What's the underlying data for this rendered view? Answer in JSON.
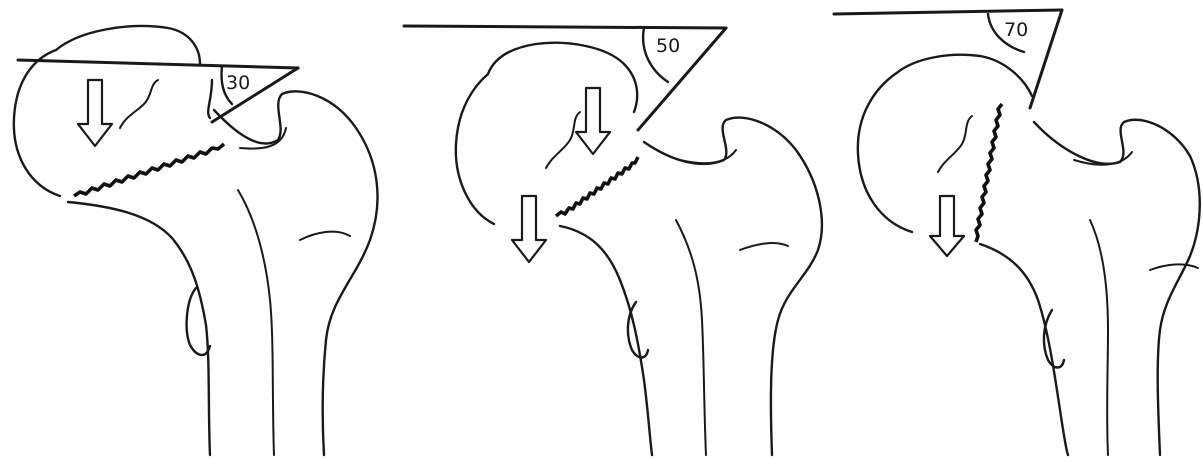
{
  "panels": [
    {
      "angle_label": "30"
    },
    {
      "angle_label": "50"
    },
    {
      "angle_label": "70"
    }
  ]
}
